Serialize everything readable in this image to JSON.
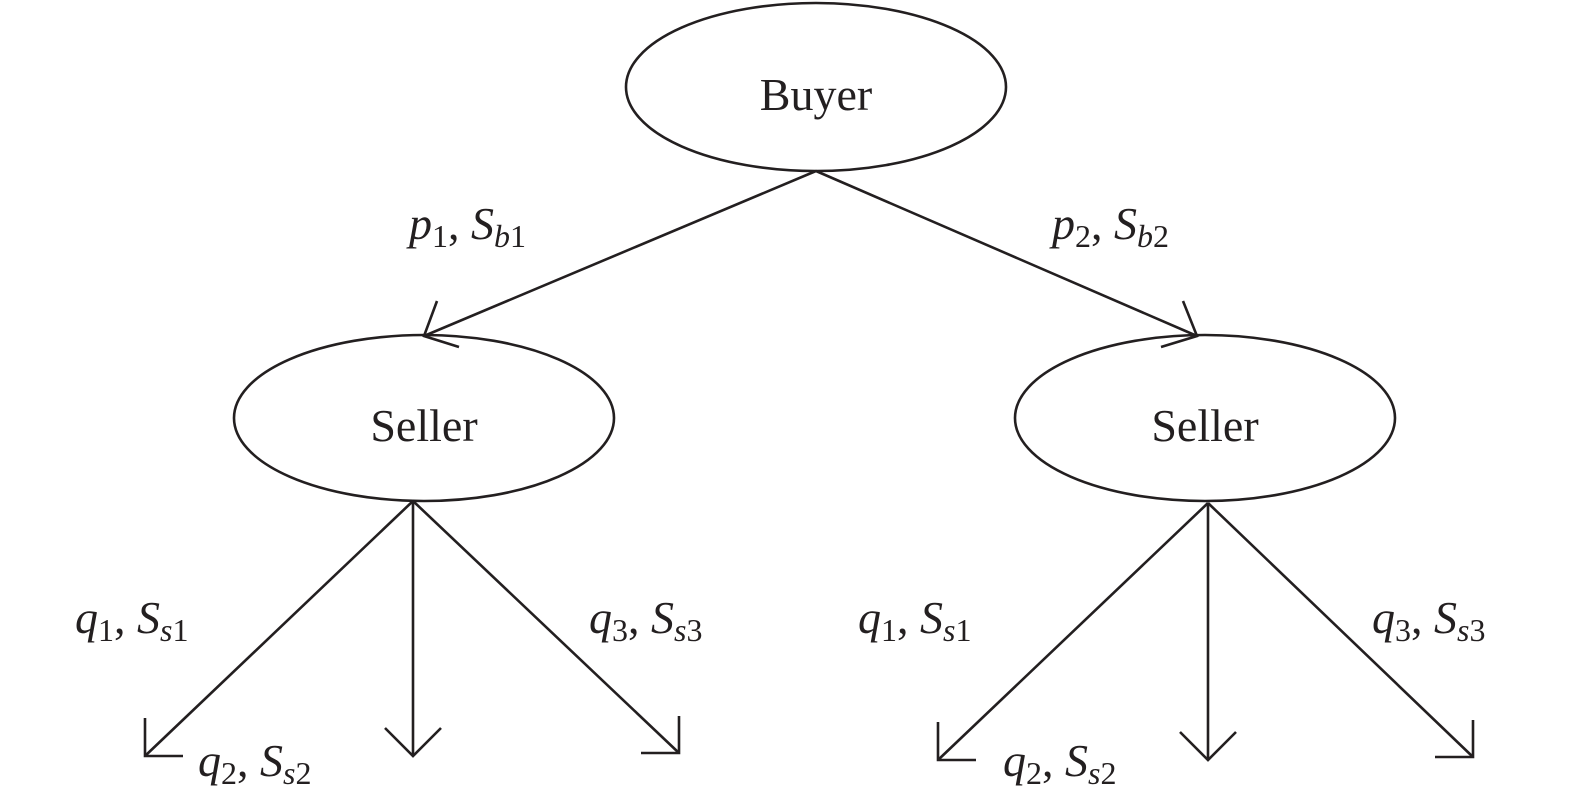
{
  "root": {
    "label": "Buyer"
  },
  "sellers": [
    {
      "label": "Seller"
    },
    {
      "label": "Seller"
    }
  ],
  "buyer_edges": [
    {
      "var": "p",
      "var_sub": "1",
      "surplus": "S",
      "surplus_sub_letter": "b",
      "surplus_sub_num": "1"
    },
    {
      "var": "p",
      "var_sub": "2",
      "surplus": "S",
      "surplus_sub_letter": "b",
      "surplus_sub_num": "2"
    }
  ],
  "seller_edges": [
    [
      {
        "var": "q",
        "var_sub": "1",
        "surplus": "S",
        "surplus_sub_letter": "s",
        "surplus_sub_num": "1"
      },
      {
        "var": "q",
        "var_sub": "2",
        "surplus": "S",
        "surplus_sub_letter": "s",
        "surplus_sub_num": "2"
      },
      {
        "var": "q",
        "var_sub": "3",
        "surplus": "S",
        "surplus_sub_letter": "s",
        "surplus_sub_num": "3"
      }
    ],
    [
      {
        "var": "q",
        "var_sub": "1",
        "surplus": "S",
        "surplus_sub_letter": "s",
        "surplus_sub_num": "1"
      },
      {
        "var": "q",
        "var_sub": "2",
        "surplus": "S",
        "surplus_sub_letter": "s",
        "surplus_sub_num": "2"
      },
      {
        "var": "q",
        "var_sub": "3",
        "surplus": "S",
        "surplus_sub_letter": "s",
        "surplus_sub_num": "3"
      }
    ]
  ],
  "colors": {
    "stroke": "#231f20",
    "background": "#ffffff"
  }
}
